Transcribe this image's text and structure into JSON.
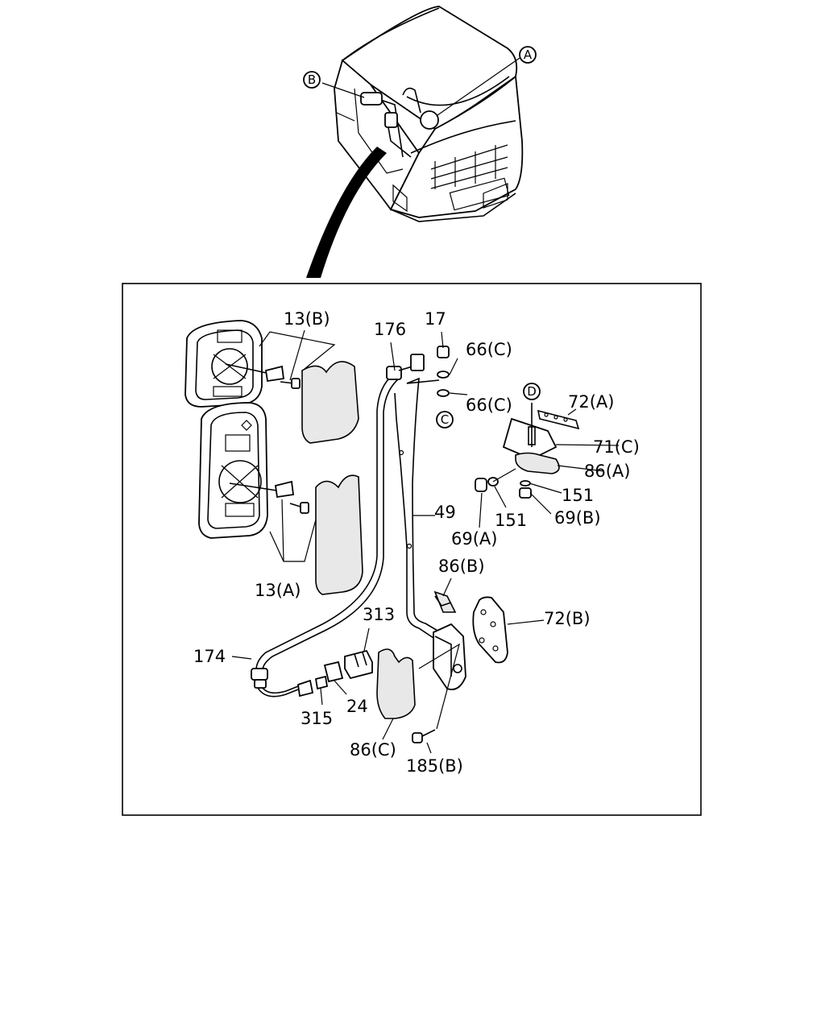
{
  "callouts": {
    "A": "A",
    "B": "B",
    "C": "C",
    "D": "D"
  },
  "labels": {
    "p13B": "13(B)",
    "p13A": "13(A)",
    "p176": "176",
    "p17": "17",
    "p66C_1": "66(C)",
    "p66C_2": "66(C)",
    "p72A": "72(A)",
    "p71C": "71(C)",
    "p86A": "86(A)",
    "p151_1": "151",
    "p151_2": "151",
    "p69B": "69(B)",
    "p69A": "69(A)",
    "p49": "49",
    "p86B": "86(B)",
    "p72B": "72(B)",
    "p313": "313",
    "p174": "174",
    "p24": "24",
    "p315": "315",
    "p86C": "86(C)",
    "p185B": "185(B)"
  }
}
